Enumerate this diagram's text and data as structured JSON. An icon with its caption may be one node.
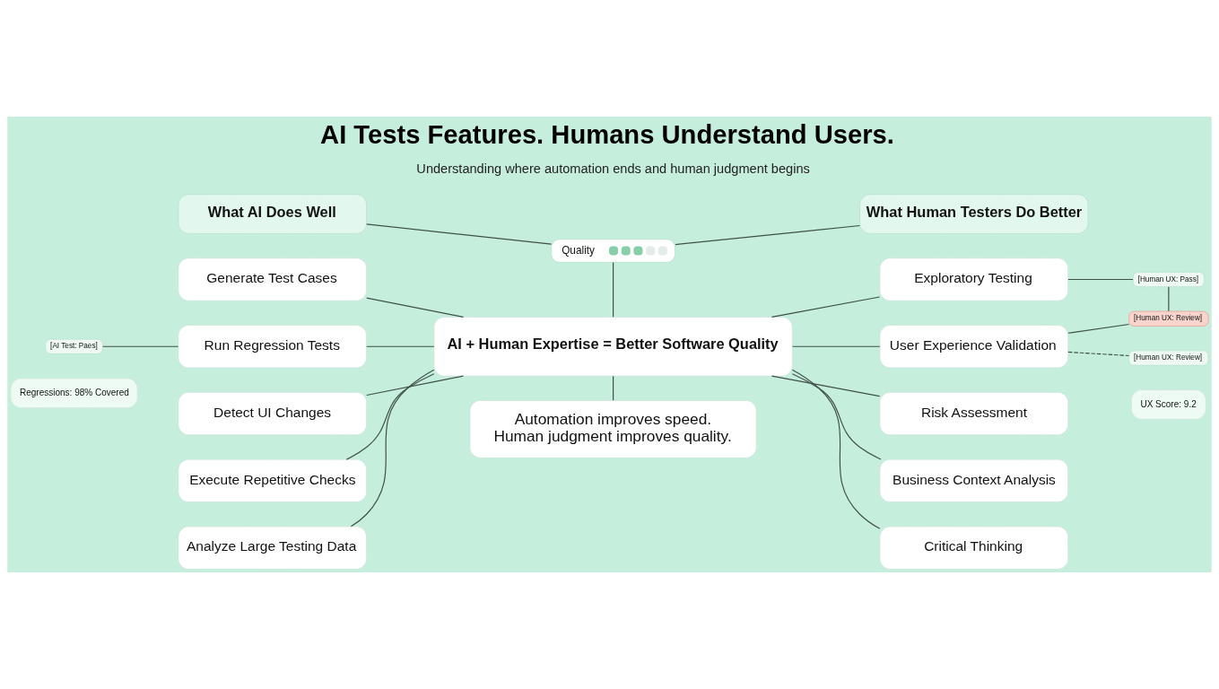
{
  "diagram": {
    "title": "AI Tests Features. Humans Understand Users.",
    "nodes": [
      {
        "text": [
          "What AI Does Well"
        ]
      },
      {
        "text": [
          "Generate Test Cases"
        ]
      },
      {
        "text": [
          "Run Regression Tests"
        ]
      },
      {
        "text": [
          "Detect UI Changes"
        ]
      },
      {
        "text": [
          "Execute Repetitive Checks"
        ]
      },
      {
        "text": [
          "Analyze Large Testing Data"
        ]
      },
      {
        "text": [
          "AI + Human Expertise = Better Software Quality"
        ]
      },
      {
        "text": [
          "What Human Testers Do Better"
        ]
      },
      {
        "text": [
          "Exploratory Testing"
        ]
      },
      {
        "text": [
          "User Experience Validation"
        ]
      },
      {
        "text": [
          "Risk Assessment"
        ]
      },
      {
        "text": [
          "Business Context Analysis"
        ]
      },
      {
        "text": [
          "Critical Thinking"
        ]
      },
      {
        "text": [
          "Quality"
        ]
      },
      {
        "text": [
          "Automation improves speed.",
          "Human judgment improves quality."
        ]
      },
      {
        "text": [
          "[AI Test: Paes]"
        ]
      },
      {
        "text": [
          "[Human UX: Pass]"
        ]
      },
      {
        "text": [
          "[Human UX: Review]"
        ]
      },
      {
        "text": [
          "[Human UX: Review]"
        ]
      },
      {
        "text": [
          "Regressions: 98% Covered"
        ]
      },
      {
        "text": [
          "UX Score: 9.2"
        ]
      }
    ],
    "edges": [
      {
        "from": 1,
        "to": 6,
        "arrow": "none"
      },
      {
        "from": 2,
        "to": 6,
        "arrow": "none"
      },
      {
        "from": 3,
        "to": 6,
        "arrow": "none"
      },
      {
        "from": 4,
        "to": 6,
        "arrow": "none"
      },
      {
        "from": 5,
        "to": 6,
        "arrow": "none"
      },
      {
        "from": 6,
        "to": 8,
        "arrow": "none"
      },
      {
        "from": 6,
        "to": 9,
        "arrow": "none"
      },
      {
        "from": 6,
        "to": 10,
        "arrow": "none"
      },
      {
        "from": 6,
        "to": 11,
        "arrow": "none"
      },
      {
        "from": 6,
        "to": 12,
        "arrow": "none"
      },
      {
        "from": 0,
        "to": 13,
        "arrow": "none"
      },
      {
        "from": 13,
        "to": 7,
        "arrow": "none"
      },
      {
        "from": 13,
        "to": 6,
        "arrow": "none"
      },
      {
        "from": 6,
        "to": 14,
        "arrow": "none"
      },
      {
        "from": 15,
        "to": 2,
        "arrow": "none"
      },
      {
        "from": 8,
        "to": 16,
        "arrow": "none"
      },
      {
        "from": 16,
        "to": 17,
        "arrow": "none"
      },
      {
        "from": 9,
        "to": 17,
        "arrow": "none"
      },
      {
        "from": 9,
        "to": 18,
        "arrow": "none",
        "style": "dashed"
      }
    ],
    "labels": [
      "Understanding where automation ends and human judgment begins"
    ]
  }
}
